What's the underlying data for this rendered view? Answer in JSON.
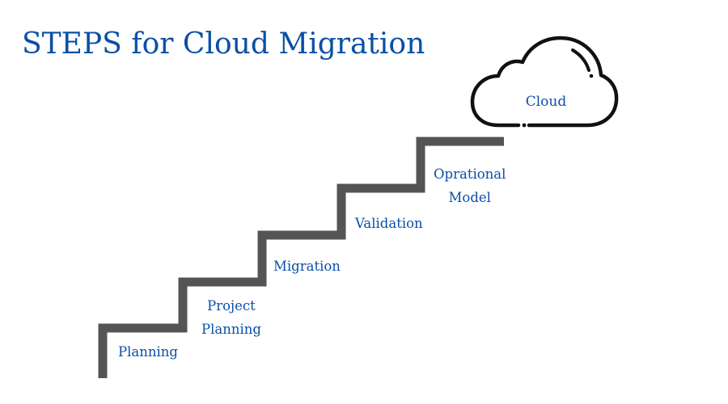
{
  "title": "STEPS for Cloud Migration",
  "destination": {
    "label": "Cloud",
    "icon": "cloud-icon"
  },
  "steps": [
    {
      "lines": [
        "Planning"
      ]
    },
    {
      "lines": [
        "Project",
        "Planning"
      ]
    },
    {
      "lines": [
        "Migration"
      ]
    },
    {
      "lines": [
        "Validation"
      ]
    },
    {
      "lines": [
        "Oprational",
        "Model"
      ]
    }
  ],
  "colors": {
    "text": "#0b4fa8",
    "stairs": "#545454",
    "cloud_outline": "#111111"
  }
}
